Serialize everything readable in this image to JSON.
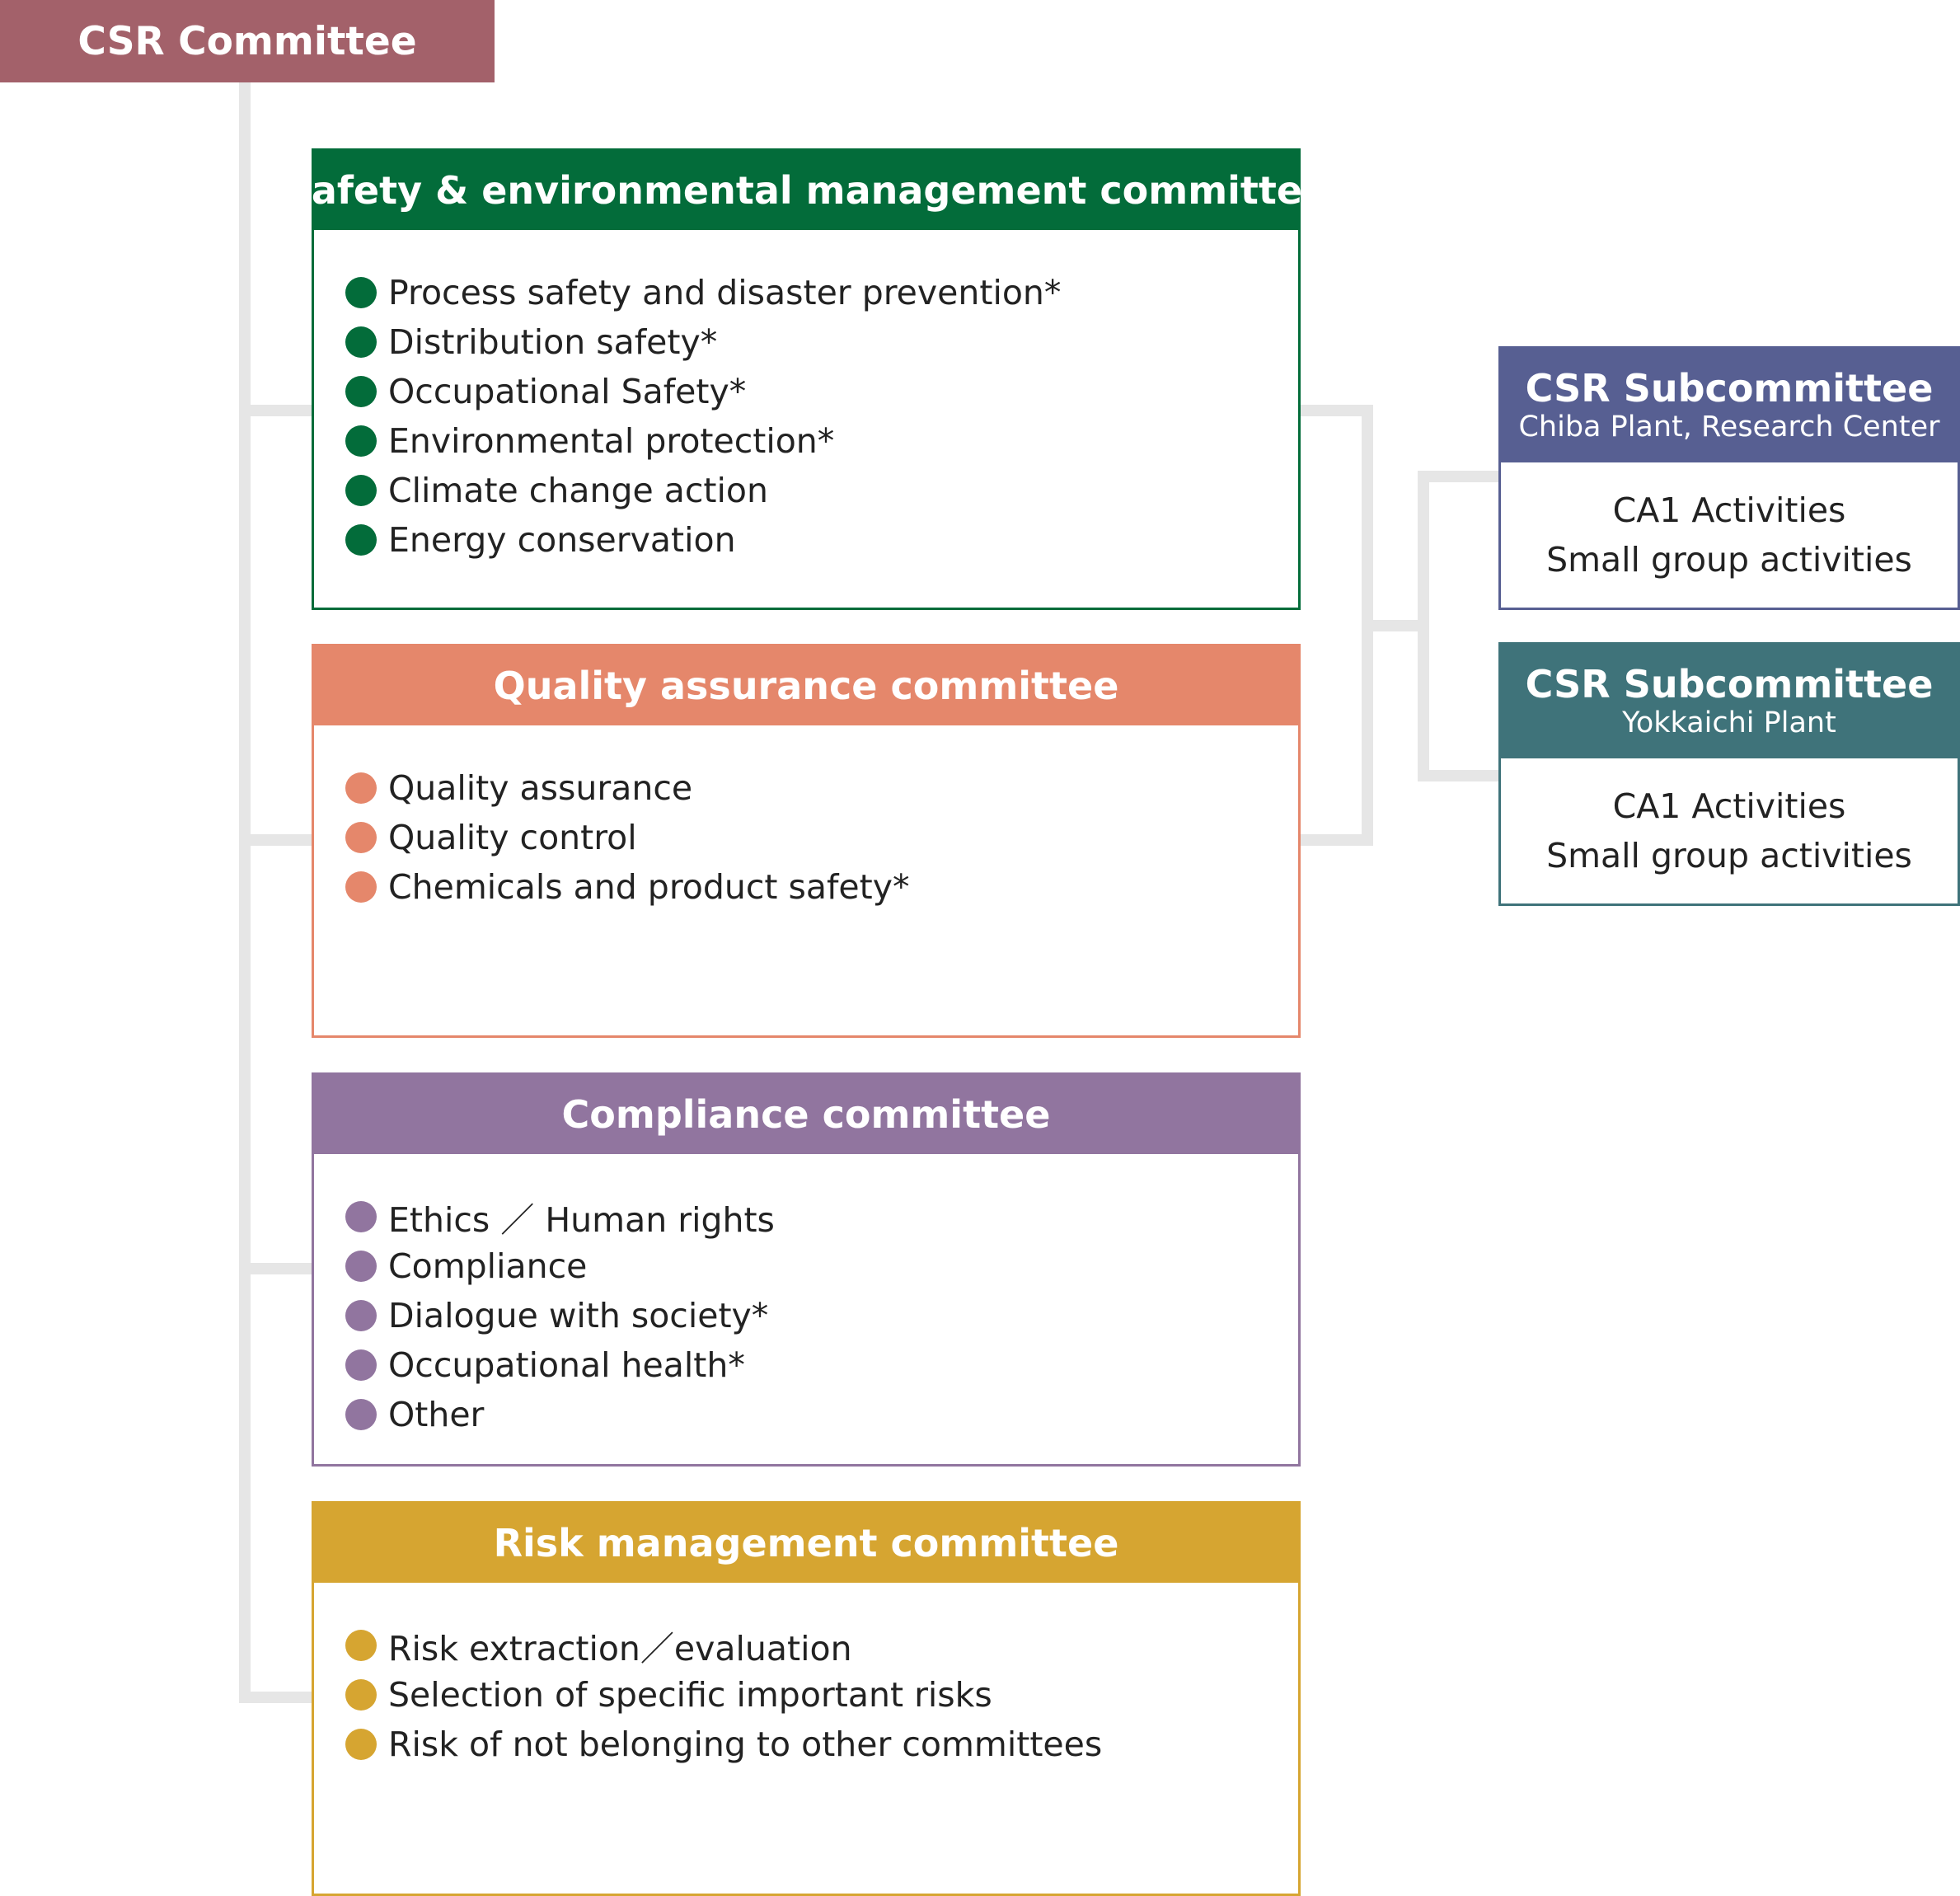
{
  "root": {
    "label": "CSR Committee",
    "color": "#a3616a"
  },
  "committees": [
    {
      "title": "Safety & environmental management committee",
      "color": "#036c3a",
      "items": [
        "Process safety and disaster prevention*",
        "Distribution safety*",
        "Occupational Safety*",
        "Environmental protection*",
        "Climate change action",
        "Energy conservation"
      ]
    },
    {
      "title": "Quality assurance committee",
      "color": "#e5876b",
      "items": [
        "Quality assurance",
        "Quality control",
        "Chemicals and product safety*"
      ]
    },
    {
      "title": "Compliance committee",
      "color": "#91759f",
      "items": [
        "Ethics ／ Human rights",
        "Compliance",
        "Dialogue with society*",
        "Occupational health*",
        "Other"
      ]
    },
    {
      "title": "Risk management committee",
      "color": "#d6a531",
      "items": [
        "Risk extraction／evaluation",
        "Selection of specific important risks",
        "Risk of not belonging to other committees"
      ]
    }
  ],
  "subcommittees": [
    {
      "title": "CSR Subcommittee",
      "subtitle": "Chiba Plant, Research Center",
      "color": "#575f92",
      "lines": [
        "CA1 Activities",
        "Small group activities"
      ]
    },
    {
      "title": "CSR Subcommittee",
      "subtitle": "Yokkaichi Plant",
      "color": "#3f737a",
      "lines": [
        "CA1 Activities",
        "Small group activities"
      ]
    }
  ]
}
